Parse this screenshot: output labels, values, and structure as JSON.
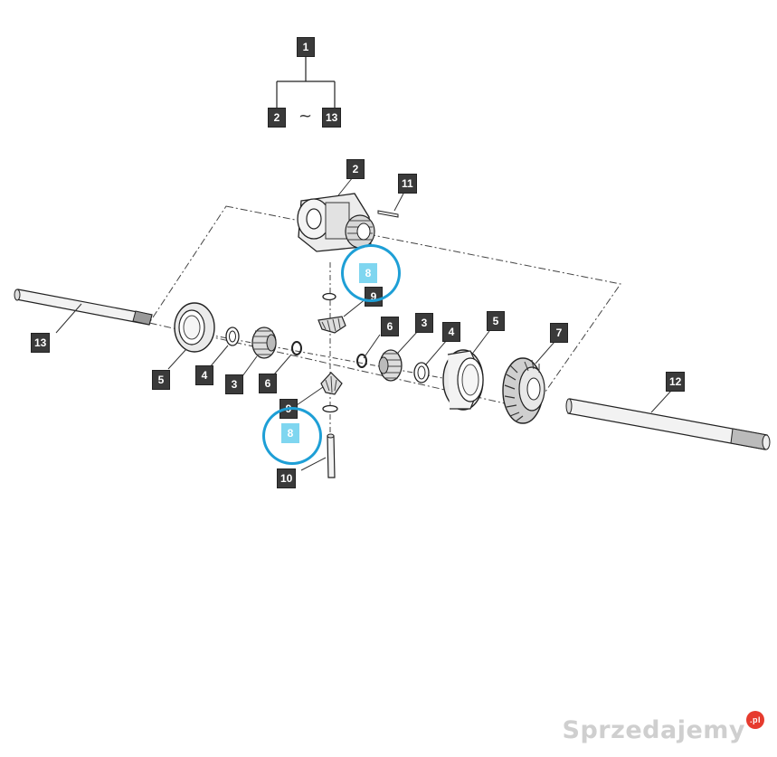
{
  "header": {
    "assembly_number": "1",
    "range_start": "2",
    "range_separator": "~",
    "range_end": "13"
  },
  "callouts": {
    "differential_case": "2",
    "pin_11": "11",
    "highlight_upper": "8",
    "part_9": "9",
    "part_6_upper": "6",
    "part_3_right": "3",
    "part_4_right": "4",
    "part_5_right": "5",
    "part_7": "7",
    "part_13": "13",
    "part_5_left": "5",
    "part_4_left": "4",
    "part_3_left": "3",
    "part_6_left": "6",
    "part_9_lower": "9",
    "highlight_lower": "8",
    "part_10": "10",
    "part_12": "12"
  },
  "highlight_color": "#1e9fd6",
  "watermark": {
    "text": "Sprzedajemy",
    "badge": ".pl"
  }
}
